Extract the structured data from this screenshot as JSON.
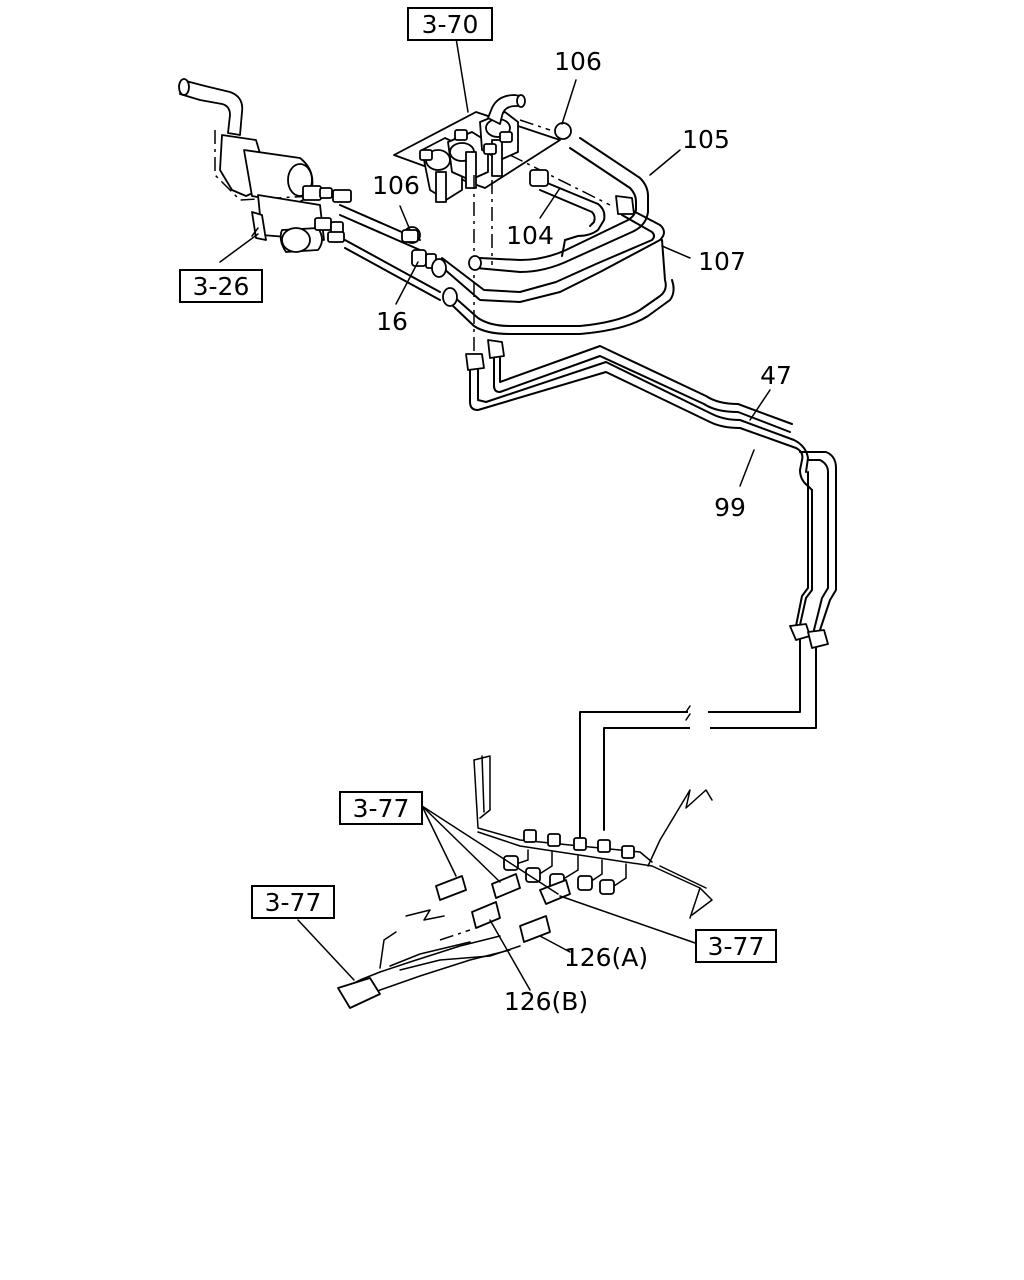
{
  "references": {
    "ref_3_70": "3-70",
    "ref_3_26": "3-26",
    "ref_3_77_upper": "3-77",
    "ref_3_77_left": "3-77",
    "ref_3_77_right": "3-77"
  },
  "callouts": {
    "c106_top": "106",
    "c105": "105",
    "c106_mid": "106",
    "c104": "104",
    "c107": "107",
    "c16": "16",
    "c47": "47",
    "c99": "99",
    "c126a": "126(A)",
    "c126b": "126(B)"
  }
}
